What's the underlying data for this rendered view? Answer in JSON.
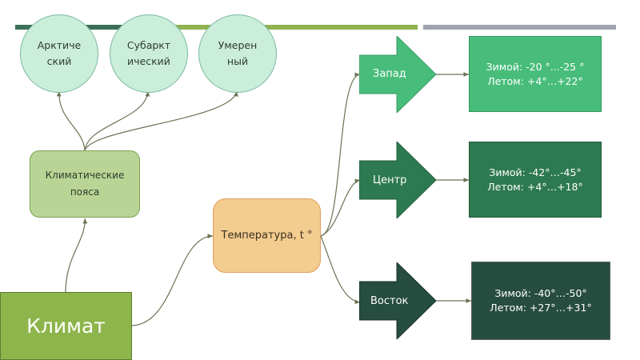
{
  "colors": {
    "bar_dark": "#3c6e57",
    "bar_green": "#8fb352",
    "bar_gray": "#9ea3ad",
    "circle_fill": "#cbeedb",
    "belts_fill": "#b9d596",
    "climate_fill": "#8db54b",
    "temperature_fill": "#f3cc8f",
    "west_fill": "#48bd7b",
    "center_fill": "#2e7a50",
    "east_fill": "#274c40",
    "connector": "#6b7355"
  },
  "root": {
    "label": "Климат"
  },
  "climate_belts": {
    "label": "Климатические\nпояса",
    "belts": [
      {
        "label": "Арктиче\nский"
      },
      {
        "label": "Субаркт\nический"
      },
      {
        "label": "Умерен\nный"
      }
    ]
  },
  "temperature": {
    "label": "Температура, t °",
    "regions": [
      {
        "label": "Запад",
        "winter": "Зимой: -20 °...-25 °",
        "summer": "Летом: +4°…+22°",
        "text": "Зимой: -20 °...-25 °\nЛетом: +4°…+22°"
      },
      {
        "label": "Центр",
        "winter": "Зимой: -42°…-45°",
        "summer": "Летом: +4°…+18°",
        "text": "Зимой: -42°…-45°\nЛетом: +4°…+18°"
      },
      {
        "label": "Восток",
        "winter": "Зимой: -40°…-50°",
        "summer": "Летом: +27°…+31°",
        "text": "Зимой: -40°…-50°\nЛетом: +27°…+31°"
      }
    ]
  }
}
